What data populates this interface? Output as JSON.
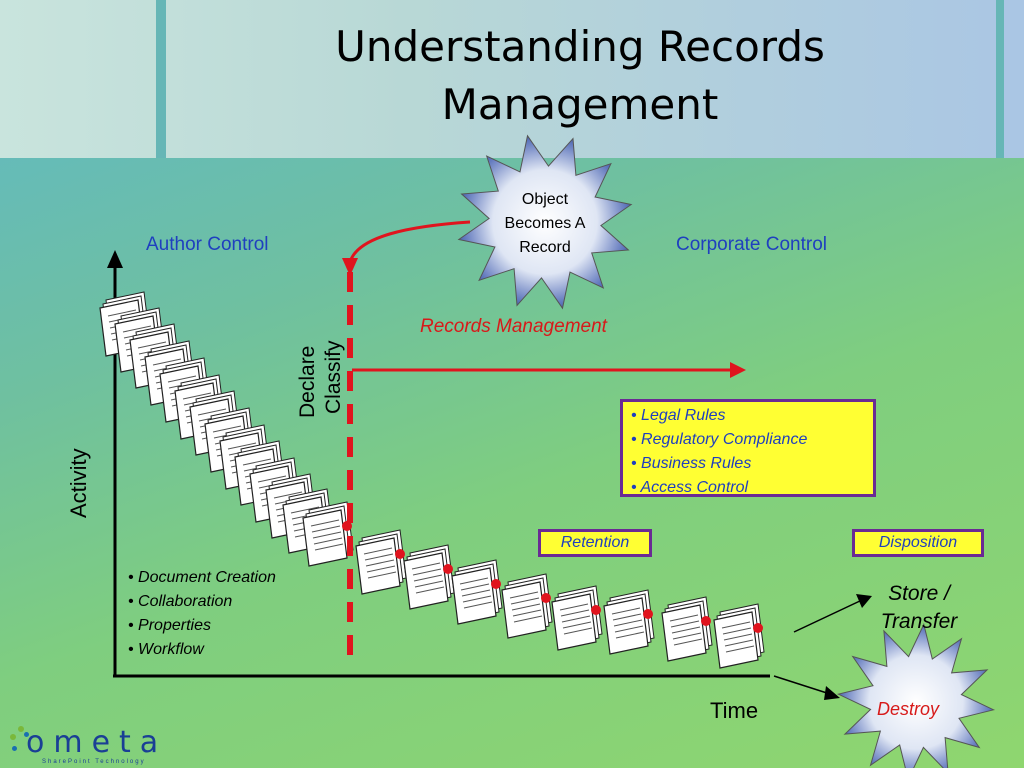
{
  "title": "Understanding Records Management",
  "star": {
    "line1": "Object",
    "line2": "Becomes A",
    "line3": "Record"
  },
  "author_control": "Author Control",
  "corporate_control": "Corporate Control",
  "records_management": "Records Management",
  "declare": "Declare",
  "classify": "Classify",
  "activity": "Activity",
  "time": "Time",
  "rules": [
    "Legal Rules",
    "Regulatory Compliance",
    "Business Rules",
    "Access Control"
  ],
  "retention": "Retention",
  "disposition": "Disposition",
  "authoring": [
    "Document Creation",
    "Collaboration",
    "Properties",
    "Workflow"
  ],
  "store_transfer": {
    "line1": "Store /",
    "line2": "Transfer"
  },
  "destroy": "Destroy",
  "logo": {
    "name": "ometa",
    "tagline": "SharePoint Technology"
  },
  "colors": {
    "arrow_red": "#e0141e",
    "control_blue": "#1f3fbf",
    "box_yellow": "#ffff33",
    "box_border": "#6a2a94"
  }
}
